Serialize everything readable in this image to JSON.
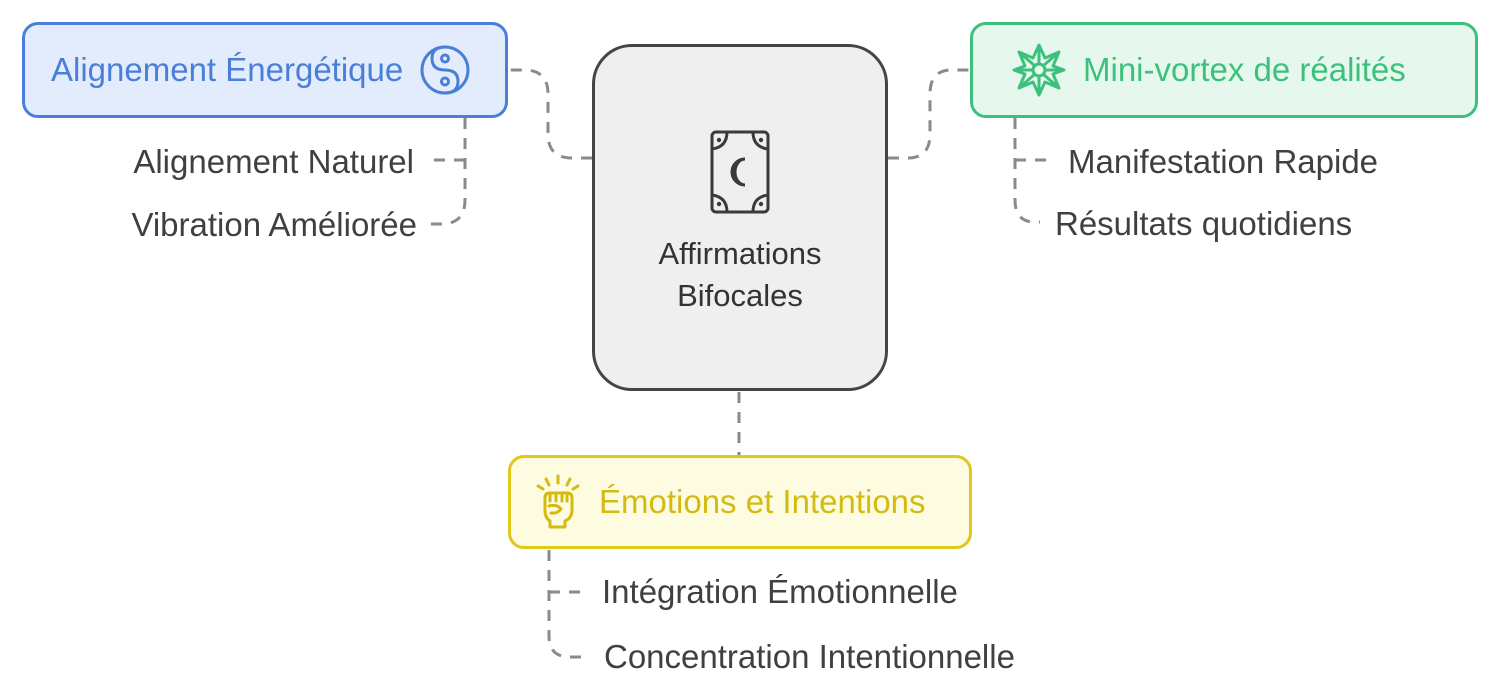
{
  "colors": {
    "center_border": "#454545",
    "center_fill": "#efefef",
    "blue": "#4a7fd8",
    "blue_fill": "#e3ecfc",
    "green": "#3cc17c",
    "green_fill": "#e6f8ee",
    "yellow": "#e0c81c",
    "yellow_fill": "#fdfbe0",
    "connector": "#8a8a8a",
    "text": "#404040"
  },
  "center": {
    "title": "Affirmations Bifocales",
    "icon": "tarot-card-moon-icon"
  },
  "branches": {
    "energy": {
      "title": "Alignement Énergétique",
      "icon": "yin-yang-icon",
      "items": [
        "Alignement Naturel",
        "Vibration Améliorée"
      ]
    },
    "vortex": {
      "title": "Mini-vortex de réalités",
      "icon": "mandala-star-icon",
      "items": [
        "Manifestation Rapide",
        "Résultats quotidiens"
      ]
    },
    "emotion": {
      "title": "Émotions et Intentions",
      "icon": "raised-fist-icon",
      "items": [
        "Intégration Émotionnelle",
        "Concentration Intentionnelle"
      ]
    }
  }
}
